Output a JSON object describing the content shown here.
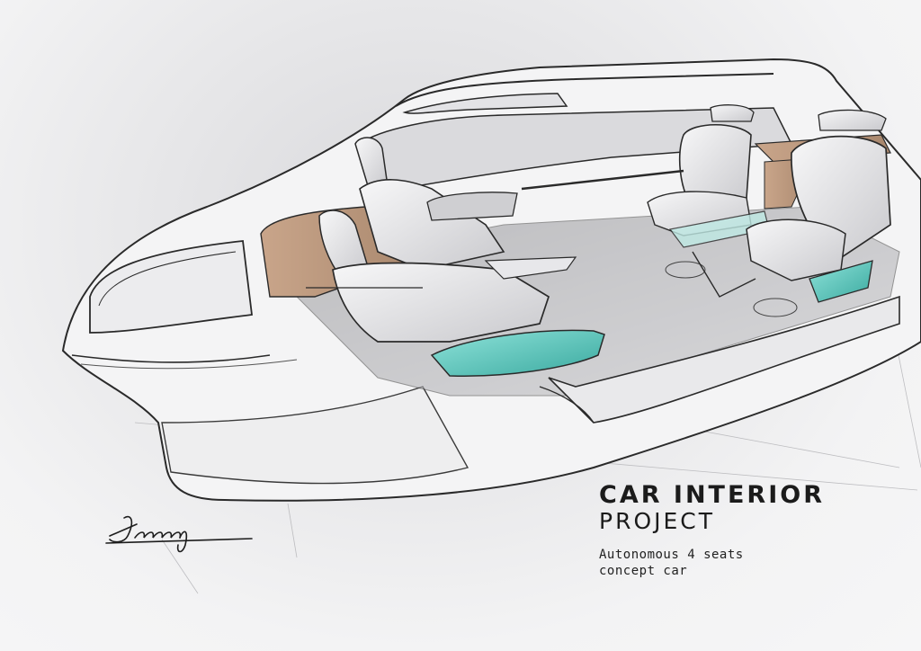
{
  "title": {
    "line1": "CAR INTERIOR",
    "line2": "PROJECT"
  },
  "description": {
    "line1": "Autonomous 4 seats",
    "line2": "concept car"
  },
  "signature_text": "Joray",
  "colors": {
    "background": "#efeff0",
    "line": "#2a2a2a",
    "body_fill": "#f4f4f5",
    "shadow": "#9a9a9e",
    "wood_accent": "#b8957a",
    "teal_accent": "#5fc9bf",
    "title_text": "#1b1b1b"
  }
}
